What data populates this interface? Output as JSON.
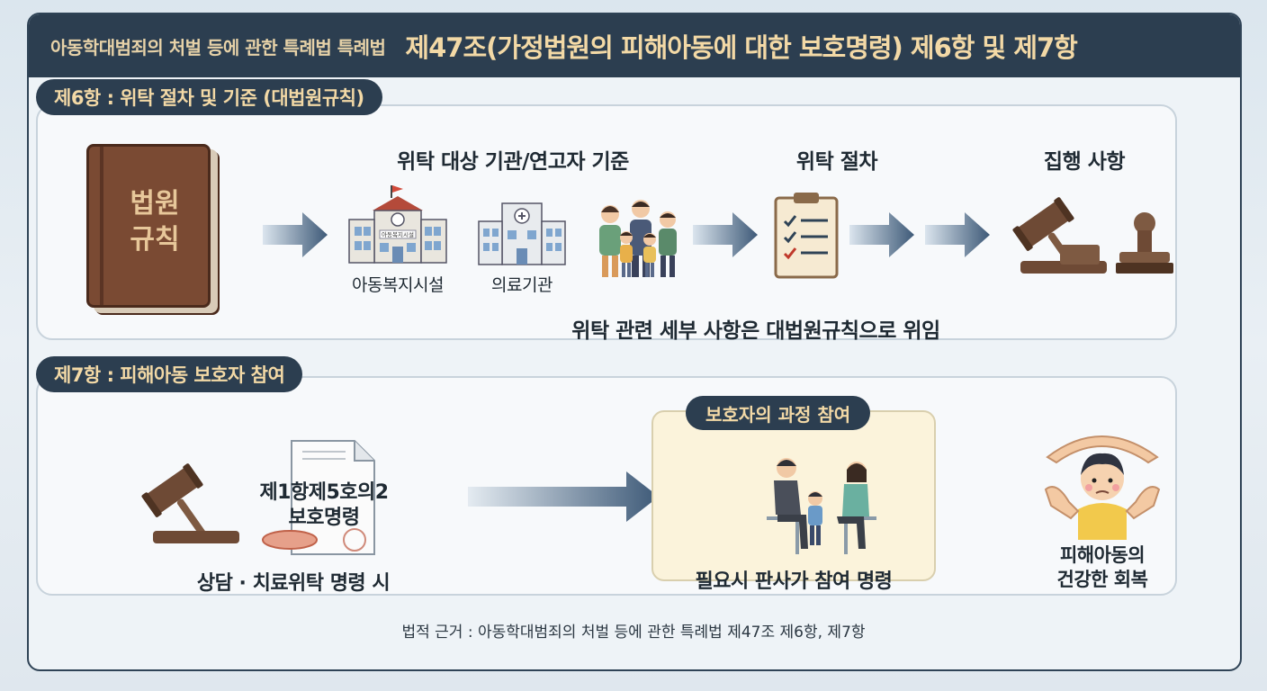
{
  "header": {
    "law": "아동학대범죄의 처벌 등에 관한 특례법 특례법",
    "article": "제47조(가정법원의 피해아동에 대한 보호명령) 제6항 및 제7항"
  },
  "section6": {
    "tag": "제6항 : 위탁 절차 및 기준 (대법원규칙)",
    "book_title": "법원\n규칙",
    "institutions_heading": "위탁 대상 기관/연고자 기준",
    "child_welfare_label": "아동복지시설",
    "building_sign": "아동복지시설",
    "hospital_label": "의료기관",
    "procedure_heading": "위탁 절차",
    "execution_heading": "집행 사항",
    "caption": "위탁 관련 세부 사항은 대법원규칙으로 위임"
  },
  "section7": {
    "tag": "제7항 : 피해아동 보호자 참여",
    "doc_label": "제1항제5호의2\n보호명령",
    "order_caption": "상담 · 치료위탁 명령 시",
    "guardian_tag": "보호자의 과정 참여",
    "guardian_caption": "필요시 판사가 참여 명령",
    "recovery_caption": "피해아동의\n건강한 회복"
  },
  "footer": {
    "basis": "법적 근거 : 아동학대범죄의 처벌 등에 관한 특례법 제47조 제6항, 제7항"
  },
  "colors": {
    "navy": "#2c3e50",
    "gold": "#f3d9a6",
    "arrow_blue": "#3e5a78",
    "wood": "#6e4a35"
  },
  "icons": [
    "law-book-icon",
    "school-building-icon",
    "hospital-icon",
    "family-icon",
    "checklist-icon",
    "gavel-icon",
    "stamp-icon",
    "document-icon",
    "guardian-counseling-icon",
    "protected-child-icon"
  ]
}
